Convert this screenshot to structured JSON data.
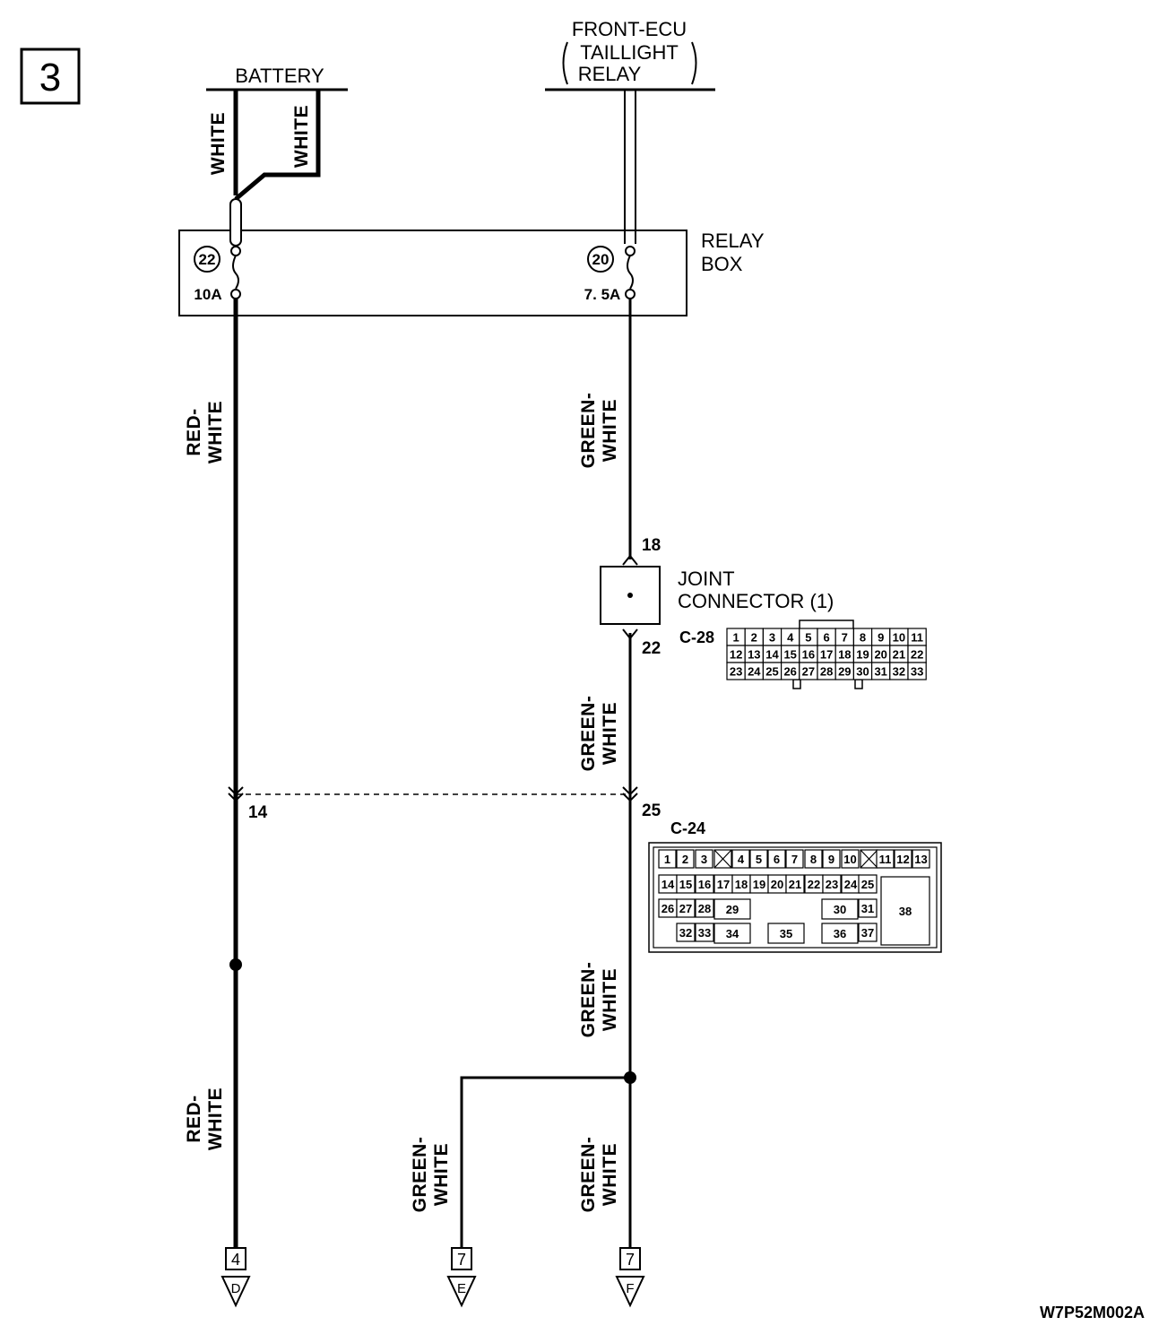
{
  "page": {
    "number": "3",
    "code": "W7P52M002A"
  },
  "sources": {
    "battery": "BATTERY",
    "front_ecu": [
      "FRONT-ECU",
      "TAILLIGHT",
      "RELAY"
    ]
  },
  "relay_box": {
    "label": [
      "RELAY",
      "BOX"
    ],
    "fuses": [
      {
        "number": "22",
        "rating": "10A"
      },
      {
        "number": "20",
        "rating": "7. 5A"
      }
    ]
  },
  "wires": {
    "white": "WHITE",
    "red_white": [
      "RED-",
      "WHITE"
    ],
    "green_white": [
      "GREEN-",
      "WHITE"
    ]
  },
  "joint_connector": {
    "label": [
      "JOINT",
      "CONNECTOR (1)"
    ],
    "pin_in": "18",
    "pin_out": "22",
    "code": "C-28",
    "pin_rows": [
      [
        "1",
        "2",
        "3",
        "4",
        "5",
        "6",
        "7",
        "8",
        "9",
        "10",
        "11"
      ],
      [
        "12",
        "13",
        "14",
        "15",
        "16",
        "17",
        "18",
        "19",
        "20",
        "21",
        "22"
      ],
      [
        "23",
        "24",
        "25",
        "26",
        "27",
        "28",
        "29",
        "30",
        "31",
        "32",
        "33"
      ]
    ]
  },
  "connector_c24": {
    "code": "C-24",
    "pin_left": "14",
    "pin_right": "25",
    "row1": [
      "1",
      "2",
      "3",
      "",
      "4",
      "5",
      "6",
      "7",
      "8",
      "9",
      "10",
      "",
      "11",
      "12",
      "13"
    ],
    "row2": [
      "14",
      "15",
      "16",
      "17",
      "18",
      "19",
      "20",
      "21",
      "22",
      "23",
      "24",
      "25"
    ],
    "big_pins": [
      "26",
      "27",
      "28",
      "29",
      "30",
      "31",
      "32",
      "33",
      "34",
      "35",
      "36",
      "37",
      "38"
    ]
  },
  "terminals": [
    {
      "num": "4",
      "letter": "D"
    },
    {
      "num": "7",
      "letter": "E"
    },
    {
      "num": "7",
      "letter": "F"
    }
  ]
}
